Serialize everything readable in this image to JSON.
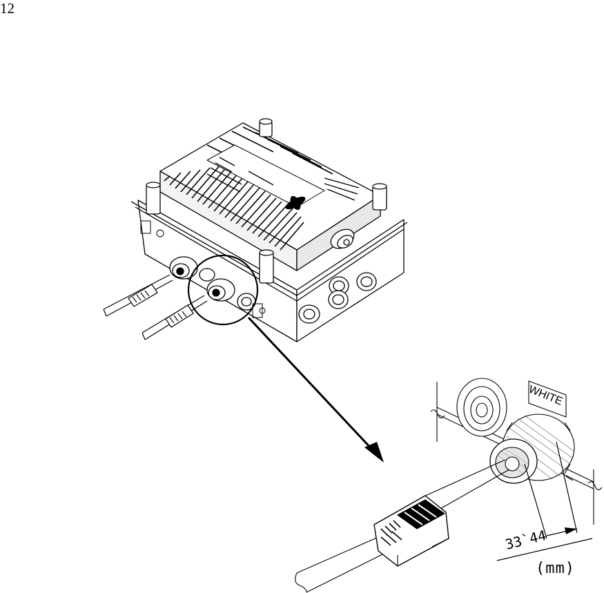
{
  "page": {
    "number": "12"
  },
  "figure": {
    "detail_labels": {
      "color_tag": "WHITE",
      "dimension_range": "33`44",
      "unit": "(mm)"
    }
  }
}
